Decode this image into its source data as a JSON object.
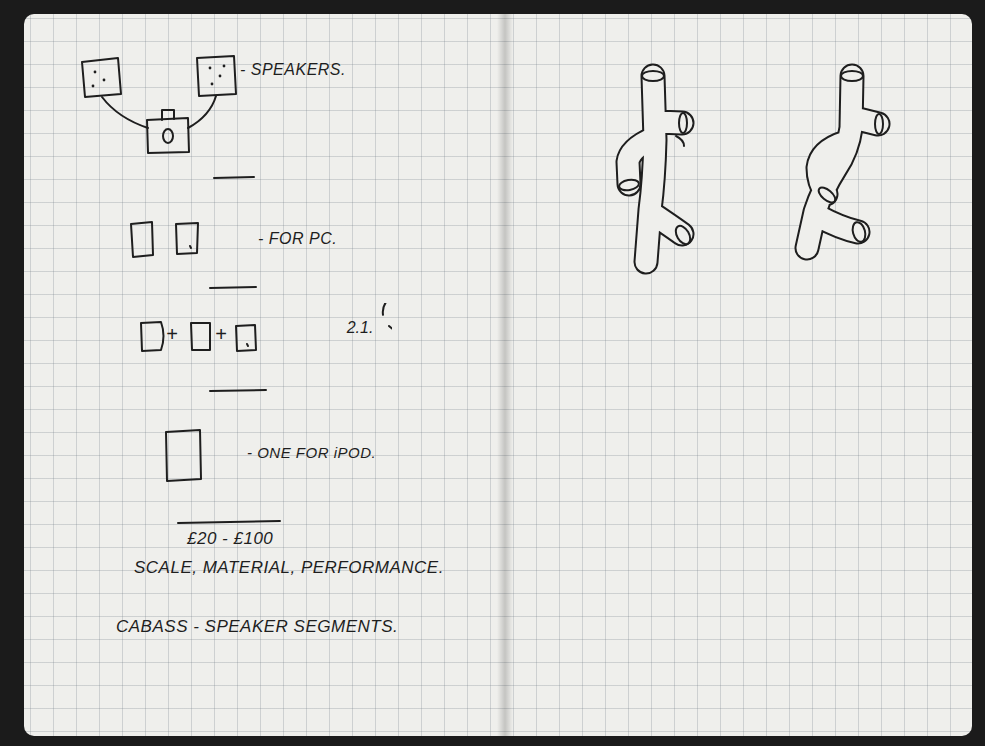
{
  "diagram": {
    "nodes": [
      {
        "text": [
          "2.1."
        ]
      }
    ],
    "labels": [
      "- SPEAKERS.",
      "- FOR PC.",
      "+",
      "+",
      "- ONE FOR iPOD.",
      "£20 - £100",
      "SCALE, MATERIAL, PERFORMANCE.",
      "CABASS - SPEAKER SEGMENTS."
    ]
  }
}
